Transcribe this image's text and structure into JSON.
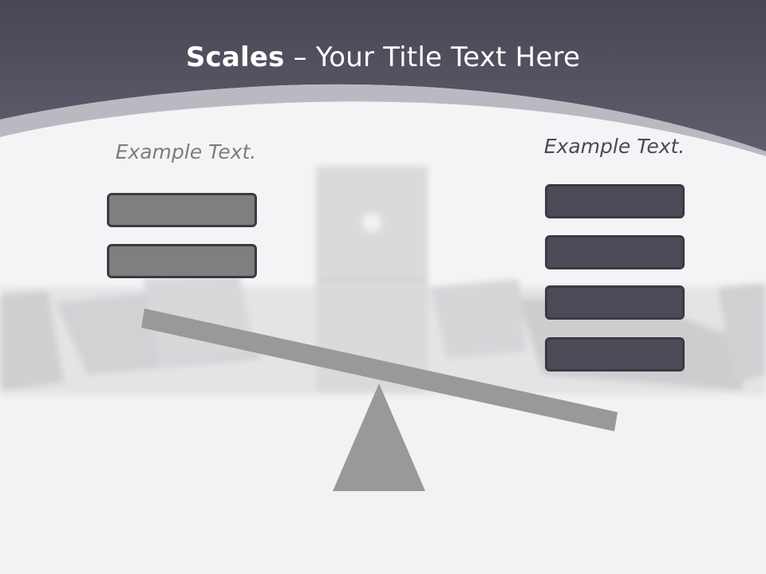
{
  "slide": {
    "title_bold": "Scales",
    "title_rest": " – Your Title Text Here"
  },
  "left_panel": {
    "label": "Example Text.",
    "boxes": [
      "",
      ""
    ]
  },
  "right_panel": {
    "label": "Example Text.",
    "boxes": [
      "",
      "",
      "",
      ""
    ]
  },
  "colors": {
    "header": "#4d4d5a",
    "box_light": "#7f7f7f",
    "box_dark": "#4b4b57",
    "scale": "#999999"
  }
}
